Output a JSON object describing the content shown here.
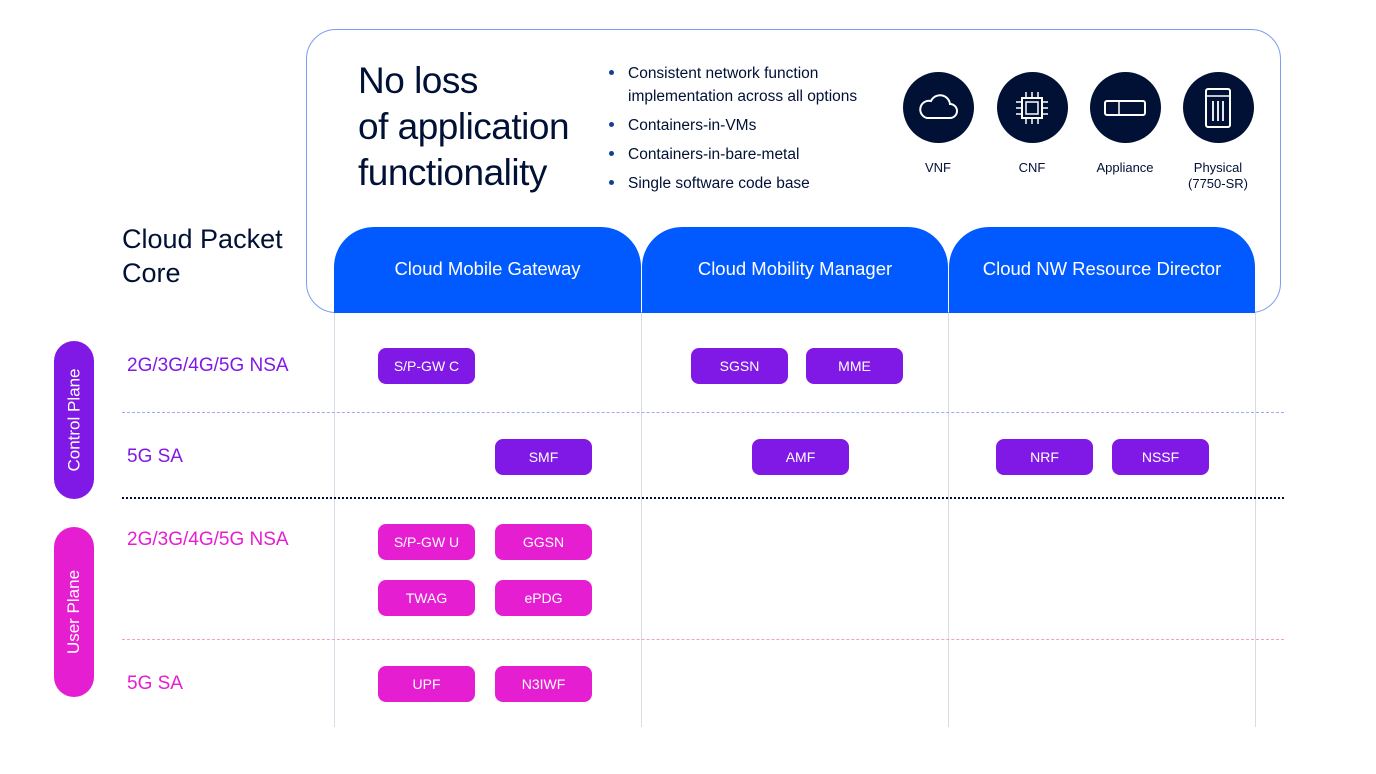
{
  "headline": [
    "No loss",
    "of application",
    "functionality"
  ],
  "bullets": [
    "Consistent network function implementation across all options",
    "Containers-in-VMs",
    "Containers-in-bare-metal",
    "Single software code base"
  ],
  "deployment_options": [
    {
      "icon": "cloud-icon",
      "label": "VNF"
    },
    {
      "icon": "chip-icon",
      "label": "CNF"
    },
    {
      "icon": "appliance-icon",
      "label": "Appliance"
    },
    {
      "icon": "rack-icon",
      "label": "Physical\n(7750-SR)"
    }
  ],
  "section_title": "Cloud Packet Core",
  "columns": [
    "Cloud Mobile Gateway",
    "Cloud Mobility Manager",
    "Cloud NW Resource Director"
  ],
  "planes": {
    "control": {
      "label": "Control Plane",
      "color": "#8119e6",
      "rows": {
        "nsa": {
          "label": "2G/3G/4G/5G NSA",
          "functions": [
            "S/P-GW C",
            "SGSN",
            "MME"
          ]
        },
        "sa": {
          "label": "5G SA",
          "functions": [
            "SMF",
            "AMF",
            "NRF",
            "NSSF"
          ]
        }
      }
    },
    "user": {
      "label": "User Plane",
      "color": "#e61ed2",
      "rows": {
        "nsa": {
          "label": "2G/3G/4G/5G NSA",
          "functions": [
            "S/P-GW U",
            "GGSN",
            "TWAG",
            "ePDG"
          ]
        },
        "sa": {
          "label": "5G SA",
          "functions": [
            "UPF",
            "N3IWF"
          ]
        }
      }
    }
  },
  "colors": {
    "accent_blue": "#005aff",
    "navy": "#001135"
  }
}
